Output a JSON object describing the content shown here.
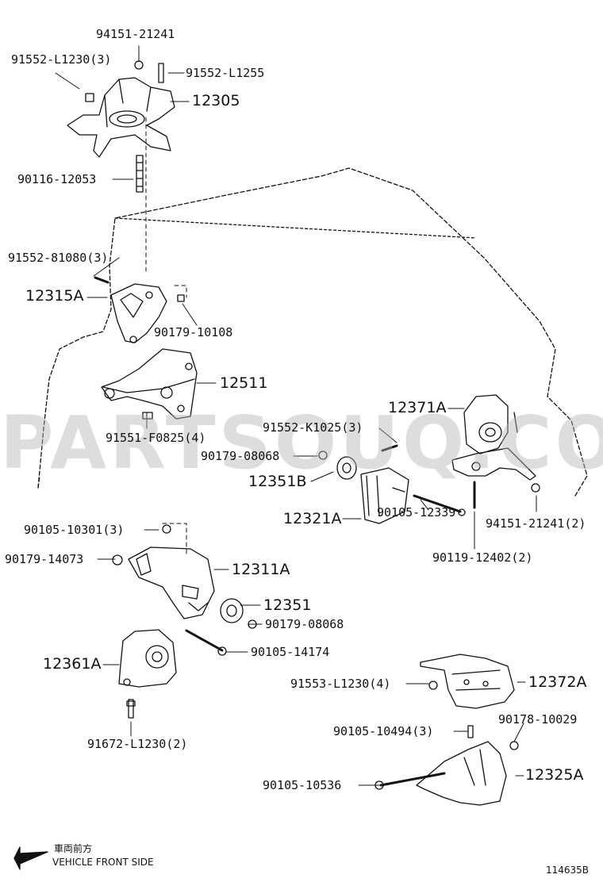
{
  "watermark": "PARTSOUQ.COM",
  "direction": {
    "jp": "車両前方",
    "en": "VEHICLE FRONT SIDE"
  },
  "figure_id": "114635B",
  "labels": [
    "94151-21241",
    "91552-L1230(3)",
    "91552-L1255",
    "12305",
    "90116-12053",
    "91552-81080(3)",
    "12315A",
    "90179-10108",
    "12511",
    "91551-F0825(4)",
    "12371A",
    "91552-K1025(3)",
    "90179-08068",
    "12351B",
    "12321A",
    "90105-12339",
    "90119-12402(2)",
    "94151-21241(2)",
    "90105-10301(3)",
    "90179-14073",
    "12311A",
    "12351",
    "90179-08068",
    "90105-14174",
    "12361A",
    "91553-L1230(4)",
    "12372A",
    "91672-L1230(2)",
    "90105-10494(3)",
    "90178-10029",
    "90105-10536",
    "12325A"
  ]
}
